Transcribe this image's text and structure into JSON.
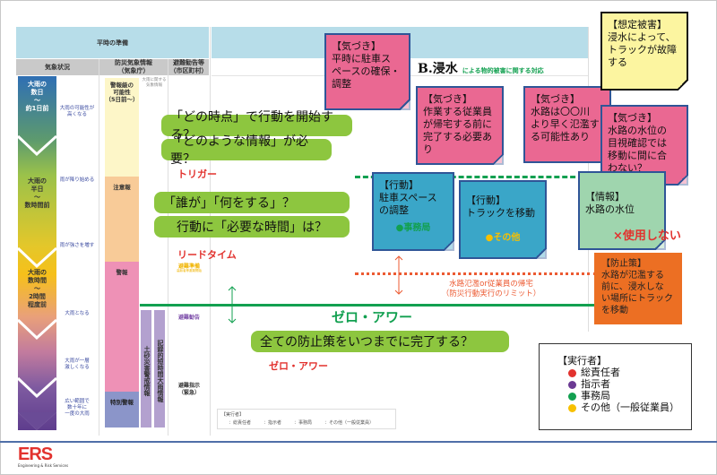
{
  "table": {
    "top_header": "平時の準備",
    "col_headers": [
      "気象状況",
      "防災気象情報\n（気象庁）",
      "避難勧告等\n（市区町村）"
    ],
    "stages": [
      "大雨の\n数日\n〜\n約1日前",
      "大雨の\n半日\n〜\n数時間前",
      "大雨の\n数時間\n〜\n2時間\n程度前"
    ],
    "weather_notes": [
      "大雨の可能性が\n高くなる",
      "雨が降り始める",
      "雨が強さを増す",
      "大雨となる",
      "大雨が一層\n激しくなる",
      "広い範囲で\n数十年に\n一度の大雨"
    ],
    "warning_levels": [
      "警報級の\n可能性\n（5日前〜）",
      "注意報",
      "警報",
      "特別警報"
    ],
    "heavy_rain_info": "大雨に関する\n気象情報",
    "vertical_infos": [
      "土砂災害警戒情報",
      "記録的短時間大雨情報"
    ],
    "evac": [
      "避難準備",
      "高齢者等避難開始",
      "避難勧告",
      "避難指示\n（緊急）"
    ],
    "actor_note_title": "【実行者】",
    "actor_note_items": [
      "：総責任者",
      "：指示者",
      "：事務局",
      "：その他（一般従業員）"
    ]
  },
  "section_title": {
    "prefix": "B.浸水",
    "suffix": "による物的被害に関する対応"
  },
  "questions": [
    "「どの時点」で行動を開始する？",
    "「どのような情報」が必要？",
    "「誰が」「何をする」？",
    "行動に「必要な時間」は？",
    "全ての防止策をいつまでに完了する？"
  ],
  "labels": {
    "trigger": "トリガー",
    "lead_time": "リードタイム",
    "zero_hour_green": "ゼロ・アワー",
    "zero_hour_red": "ゼロ・アワー",
    "limit_line1": "水路氾濫or従業員の帰宅",
    "limit_line2": "（防災行動実行のリミット）",
    "not_used": "×使用しない"
  },
  "stickies": {
    "assumed_damage": {
      "title": "【想定被害】",
      "body": "浸水によって、\nトラックが故障\nする"
    },
    "notice1": {
      "title": "【気づき】",
      "body": "平時に駐車ス\nペースの確保・\n調整"
    },
    "notice2": {
      "title": "【気づき】",
      "body": "作業する従業員\nが帰宅する前に\n完了する必要あ\nり"
    },
    "notice3": {
      "title": "【気づき】",
      "body": "水路は〇〇川\nより早く氾濫す\nる可能性あり"
    },
    "notice4": {
      "title": "【気づき】",
      "body": "水路の水位の\n目視確認では\n移動に間に合\nわない？"
    },
    "action1": {
      "title": "【行動】",
      "body": "駐車スペース\nの調整",
      "actor": "●事務局"
    },
    "action2": {
      "title": "【行動】",
      "body": "トラックを移動",
      "actor": "●その他"
    },
    "info": {
      "title": "【情報】",
      "body": "水路の水位"
    },
    "prevention": {
      "title": "【防止策】",
      "body": "水路が氾濫する\n前に、浸水しな\nい場所にトラック\nを移動"
    }
  },
  "legend": {
    "title": "【実行者】",
    "items": [
      {
        "label": "総責任者",
        "color": "#e2322e"
      },
      {
        "label": "指示者",
        "color": "#6b3a93"
      },
      {
        "label": "事務局",
        "color": "#12a050"
      },
      {
        "label": "その他（一般従業員）",
        "color": "#f7c000"
      }
    ]
  },
  "logo": {
    "mark": "ERS",
    "tagline": "Engineering & Risk Services"
  },
  "colors": {
    "accent_green": "#12a050",
    "accent_red": "#e2322e",
    "pill_green": "#8dc63f",
    "sticky_pink": "#ea6892"
  }
}
